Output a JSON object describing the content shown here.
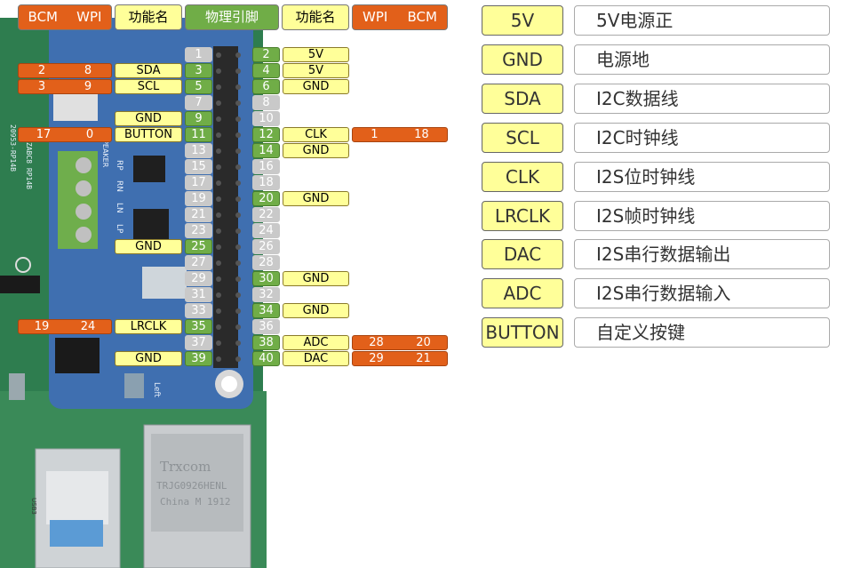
{
  "headers": {
    "left_bcm": "BCM",
    "left_wpi": "WPI",
    "left_func": "功能名",
    "physical": "物理引脚",
    "right_func": "功能名",
    "right_wpi": "WPI",
    "right_bcm": "BCM"
  },
  "pins": [
    {
      "odd": "1",
      "even": "2",
      "even_func": "5V",
      "even_active": true
    },
    {
      "odd": "3",
      "odd_func": "SDA",
      "odd_bcm": "2",
      "odd_wpi": "8",
      "odd_active": true,
      "even": "4",
      "even_func": "5V",
      "even_active": true
    },
    {
      "odd": "5",
      "odd_func": "SCL",
      "odd_bcm": "3",
      "odd_wpi": "9",
      "odd_active": true,
      "even": "6",
      "even_func": "GND",
      "even_active": true
    },
    {
      "odd": "7",
      "even": "8"
    },
    {
      "odd": "9",
      "odd_func": "GND",
      "odd_active": true,
      "even": "10"
    },
    {
      "odd": "11",
      "odd_func": "BUTTON",
      "odd_bcm": "17",
      "odd_wpi": "0",
      "odd_active": true,
      "even": "12",
      "even_func": "CLK",
      "even_wpi": "1",
      "even_bcm": "18",
      "even_active": true
    },
    {
      "odd": "13",
      "even": "14",
      "even_func": "GND",
      "even_active": true
    },
    {
      "odd": "15",
      "even": "16"
    },
    {
      "odd": "17",
      "even": "18"
    },
    {
      "odd": "19",
      "even": "20",
      "even_func": "GND",
      "even_active": true
    },
    {
      "odd": "21",
      "even": "22"
    },
    {
      "odd": "23",
      "even": "24"
    },
    {
      "odd": "25",
      "odd_func": "GND",
      "odd_active": true,
      "even": "26"
    },
    {
      "odd": "27",
      "even": "28"
    },
    {
      "odd": "29",
      "even": "30",
      "even_func": "GND",
      "even_active": true
    },
    {
      "odd": "31",
      "even": "32"
    },
    {
      "odd": "33",
      "even": "34",
      "even_func": "GND",
      "even_active": true
    },
    {
      "odd": "35",
      "odd_func": "LRCLK",
      "odd_bcm": "19",
      "odd_wpi": "24",
      "odd_active": true,
      "even": "36"
    },
    {
      "odd": "37",
      "even": "38",
      "even_func": "ADC",
      "even_wpi": "28",
      "even_bcm": "20",
      "even_active": true
    },
    {
      "odd": "39",
      "odd_func": "GND",
      "odd_active": true,
      "even": "40",
      "even_func": "DAC",
      "even_wpi": "29",
      "even_bcm": "21",
      "even_active": true
    }
  ],
  "legend": [
    {
      "key": "5V",
      "desc": "5V电源正"
    },
    {
      "key": "GND",
      "desc": "电源地"
    },
    {
      "key": "SDA",
      "desc": "I2C数据线"
    },
    {
      "key": "SCL",
      "desc": "I2C时钟线"
    },
    {
      "key": "CLK",
      "desc": "I2S位时钟线"
    },
    {
      "key": "LRCLK",
      "desc": "I2S帧时钟线"
    },
    {
      "key": "DAC",
      "desc": "I2S串行数据输出"
    },
    {
      "key": "ADC",
      "desc": "I2S串行数据输入"
    },
    {
      "key": "BUTTON",
      "desc": "自定义按键"
    }
  ],
  "board": {
    "silk_speaker": "SPEAKER",
    "silk_rp": "RP",
    "silk_rn": "RN",
    "silk_ln": "LN",
    "silk_lp": "LP",
    "silk_left": "Left",
    "jack_brand": "Trxcom",
    "jack_line2": "TRJG0926HENL",
    "jack_line3": "China M 1912",
    "usb_label": "USB3",
    "pcb_text1": "20953-RP14B",
    "pcb_text2": "ZABC8 RP14B",
    "colors": {
      "pcb_green": "#2e7d4f",
      "hat_blue": "#3f6fb0"
    }
  }
}
